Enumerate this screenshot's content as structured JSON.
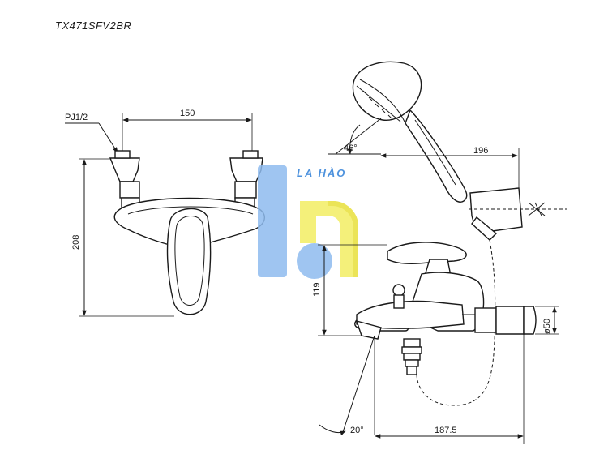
{
  "model_code": "TX471SFV2BR",
  "watermark": {
    "brand_text": "LA HÀO",
    "colors": {
      "blue": "#8fbcef",
      "blue_dark": "#5a9be6",
      "yellow": "#f3ee63",
      "yellow_dark": "#e8e03a"
    }
  },
  "dimensions": {
    "pipe_thread": "PJ1/2",
    "inlet_spacing": "150",
    "body_height": "208",
    "handshower_angle": "46°",
    "handshower_reach": "196",
    "spout_height": "119",
    "inlet_diameter": "ø50",
    "spout_angle": "20°",
    "spout_reach": "187.5"
  }
}
